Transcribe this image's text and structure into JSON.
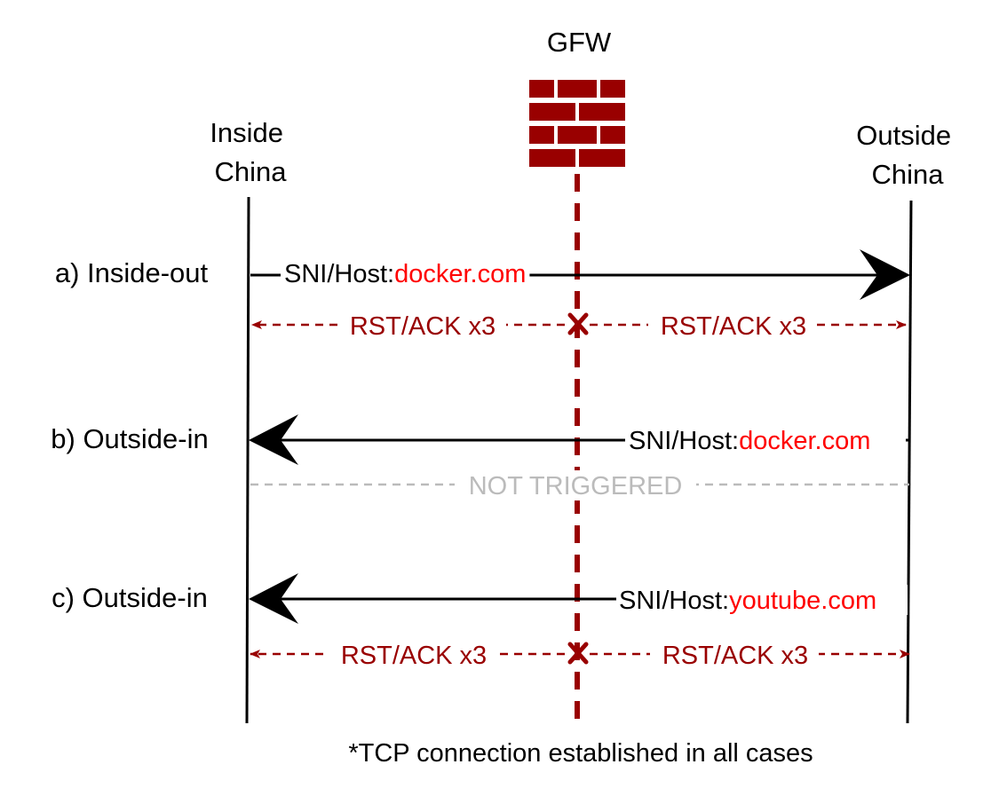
{
  "gfw_label": "GFW",
  "inside_label": [
    "Inside",
    "China"
  ],
  "outside_label": [
    "Outside",
    "China"
  ],
  "sni_prefix": "SNI/Host:",
  "rows": {
    "a": {
      "label": "a) Inside-out",
      "domain": "docker.com"
    },
    "b": {
      "label": "b) Outside-in",
      "domain": "docker.com"
    },
    "c": {
      "label": "c) Outside-in",
      "domain": "youtube.com"
    }
  },
  "rst_label": "RST/ACK x3",
  "not_triggered": "NOT TRIGGERED",
  "footnote": "*TCP connection established in all cases",
  "colors": {
    "gfw": "#990000",
    "domain": "#ff0000",
    "not_triggered": "#bbbbbb",
    "line": "#000000"
  }
}
